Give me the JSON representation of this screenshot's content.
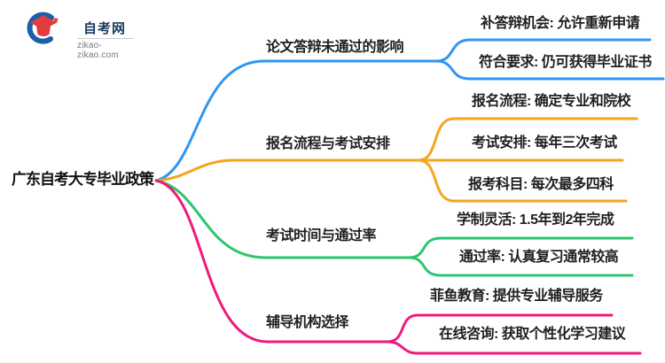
{
  "logo": {
    "title": "自考网",
    "domain": "zikao-zikao.com",
    "icon": "graduation-cap-icon",
    "colors": {
      "blue": "#1a5fa8",
      "red": "#e23c3e",
      "navy_text": "#17395e"
    }
  },
  "mindmap": {
    "root": {
      "label": "广东自考大专毕业政策"
    },
    "branches": [
      {
        "label": "论文答辩未通过的影响",
        "color": "#2f96f3",
        "children": [
          "补答辩机会: 允许重新申请",
          "符合要求: 仍可获得毕业证书"
        ]
      },
      {
        "label": "报名流程与考试安排",
        "color": "#f5a41d",
        "children": [
          "报名流程: 确定专业和院校",
          "考试安排: 每年三次考试",
          "报考科目: 每次最多四科"
        ]
      },
      {
        "label": "考试时间与通过率",
        "color": "#2ec56f",
        "children": [
          "学制灵活: 1.5年到2年完成",
          "通过率: 认真复习通常较高"
        ]
      },
      {
        "label": "辅导机构选择",
        "color": "#f0197d",
        "children": [
          "菲鱼教育: 提供专业辅导服务",
          "在线咨询: 获取个性化学习建议"
        ]
      }
    ]
  }
}
